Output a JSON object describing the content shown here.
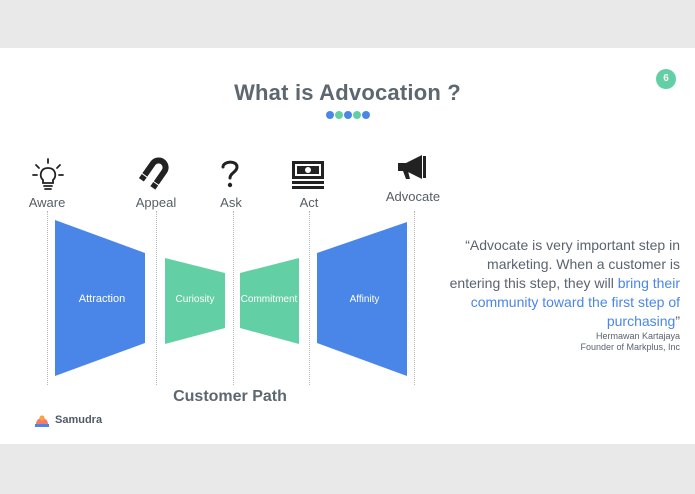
{
  "slide": {
    "title": "What is Advocation ?",
    "page_number": "6",
    "dots": [
      "#4a86e8",
      "#62cfa5",
      "#4a86e8",
      "#62cfa5",
      "#4a86e8"
    ]
  },
  "stages": [
    {
      "label": "Aware",
      "icon": "lightbulb-icon"
    },
    {
      "label": "Appeal",
      "icon": "magnet-icon"
    },
    {
      "label": "Ask",
      "icon": "question-mark-icon"
    },
    {
      "label": "Act",
      "icon": "money-icon"
    },
    {
      "label": "Advocate",
      "icon": "megaphone-icon"
    }
  ],
  "segments": [
    {
      "label": "Attraction",
      "color": "#4a86e8"
    },
    {
      "label": "Curiosity",
      "color": "#62cfa5"
    },
    {
      "label": "Commitment",
      "color": "#62cfa5"
    },
    {
      "label": "Affinity",
      "color": "#4a86e8"
    }
  ],
  "path_title": "Customer Path",
  "quote": {
    "text_plain": "“Advocate is very important step in marketing. When a customer is entering this step, they will ",
    "text_highlight": "bring their community toward the first step of purchasing",
    "text_end": "”",
    "highlight_color": "#4a86e8",
    "author": "Hermawan Kartajaya",
    "author_role": "Founder of Markplus, Inc"
  },
  "brand": {
    "name": "Samudra",
    "icon": "samudra-logo-icon"
  }
}
